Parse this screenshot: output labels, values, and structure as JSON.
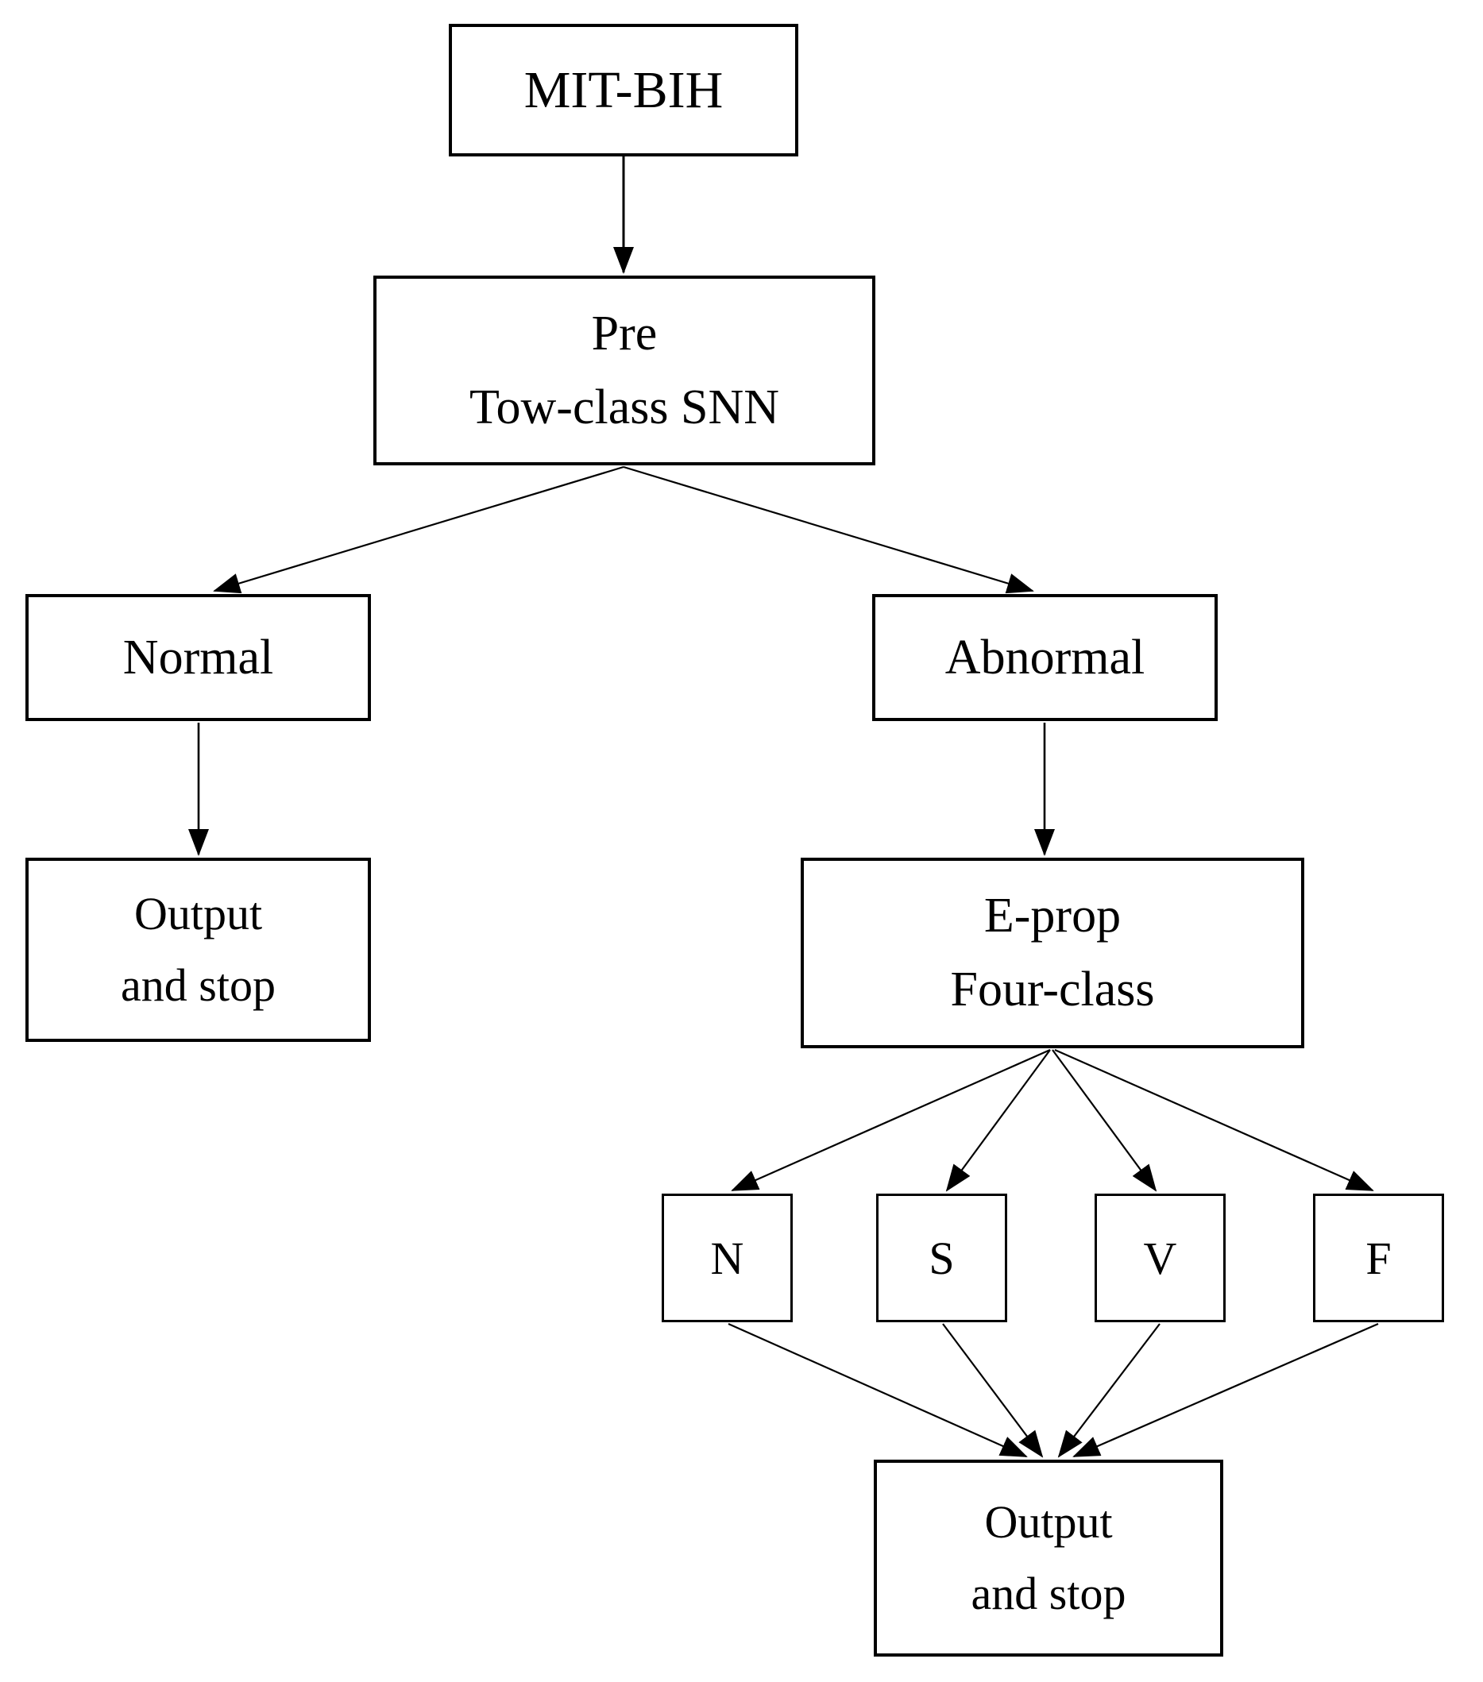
{
  "figure": {
    "type": "flowchart",
    "background_color": "#ffffff",
    "line_color": "#000000",
    "text_color": "#000000"
  },
  "nodes": {
    "dataset": {
      "label": "MIT-BIH"
    },
    "pre_snn": {
      "line1": "Pre",
      "line2": "Tow-class SNN"
    },
    "normal": {
      "label": "Normal"
    },
    "abnormal": {
      "label": "Abnormal"
    },
    "output_left": {
      "line1": "Output",
      "line2": "and stop"
    },
    "eprop": {
      "line1": "E-prop",
      "line2": "Four-class"
    },
    "class_n": {
      "label": "N"
    },
    "class_s": {
      "label": "S"
    },
    "class_v": {
      "label": "V"
    },
    "class_f": {
      "label": "F"
    },
    "output_bottom": {
      "line1": "Output",
      "line2": "and stop"
    }
  },
  "edges": [
    "MIT-BIH -> Pre Tow-class SNN",
    "Pre Tow-class SNN -> Normal",
    "Pre Tow-class SNN -> Abnormal",
    "Normal -> Output and stop",
    "Abnormal -> E-prop Four-class",
    "E-prop Four-class -> N",
    "E-prop Four-class -> S",
    "E-prop Four-class -> V",
    "E-prop Four-class -> F",
    "N -> Output and stop",
    "S -> Output and stop",
    "V -> Output and stop",
    "F -> Output and stop"
  ]
}
